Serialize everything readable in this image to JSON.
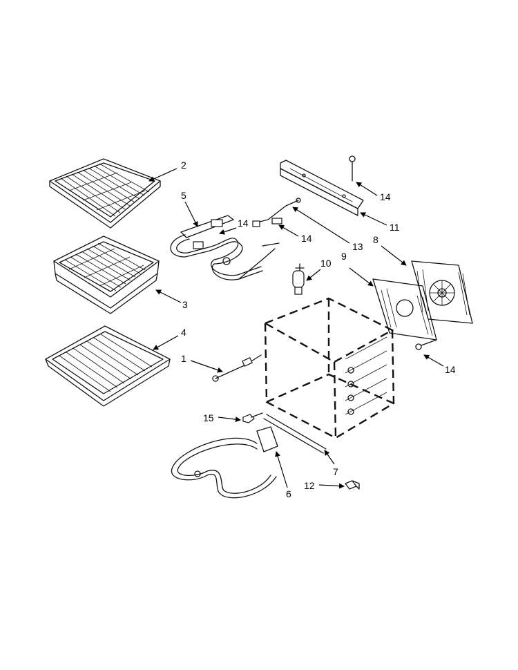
{
  "callouts": [
    {
      "id": "c2",
      "label": "2"
    },
    {
      "id": "c3",
      "label": "3"
    },
    {
      "id": "c4",
      "label": "4"
    },
    {
      "id": "c5",
      "label": "5"
    },
    {
      "id": "c14a",
      "label": "14"
    },
    {
      "id": "c14b",
      "label": "14"
    },
    {
      "id": "c14c",
      "label": "14"
    },
    {
      "id": "c14d",
      "label": "14"
    },
    {
      "id": "c11",
      "label": "11"
    },
    {
      "id": "c13",
      "label": "13"
    },
    {
      "id": "c8",
      "label": "8"
    },
    {
      "id": "c9",
      "label": "9"
    },
    {
      "id": "c10",
      "label": "10"
    },
    {
      "id": "c1",
      "label": "1"
    },
    {
      "id": "c15",
      "label": "15"
    },
    {
      "id": "c7",
      "label": "7"
    },
    {
      "id": "c6",
      "label": "6"
    },
    {
      "id": "c12",
      "label": "12"
    }
  ]
}
